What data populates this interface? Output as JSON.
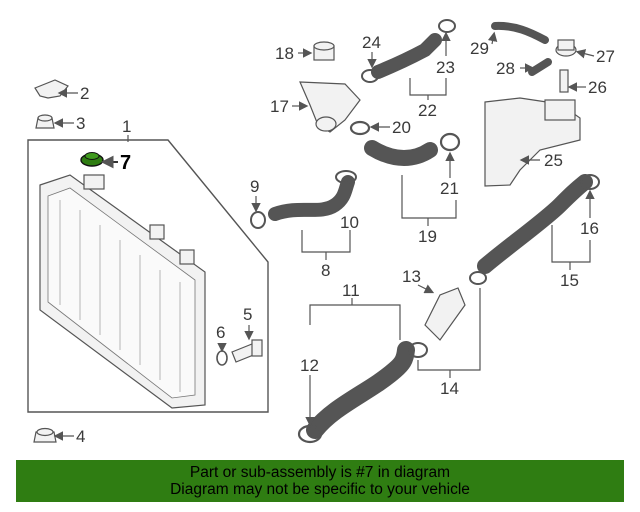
{
  "callouts": [
    "1",
    "2",
    "3",
    "4",
    "5",
    "6",
    "7",
    "8",
    "9",
    "10",
    "11",
    "12",
    "13",
    "14",
    "15",
    "16",
    "17",
    "18",
    "19",
    "20",
    "21",
    "22",
    "23",
    "24",
    "25",
    "26",
    "27",
    "28",
    "29"
  ],
  "highlighted_part": "7",
  "highlight_color": "#2f7d12",
  "banner": {
    "line1": "Part or sub-assembly is #7 in diagram",
    "line2": "Diagram may not be specific to your vehicle",
    "background": "#2f7d12"
  }
}
